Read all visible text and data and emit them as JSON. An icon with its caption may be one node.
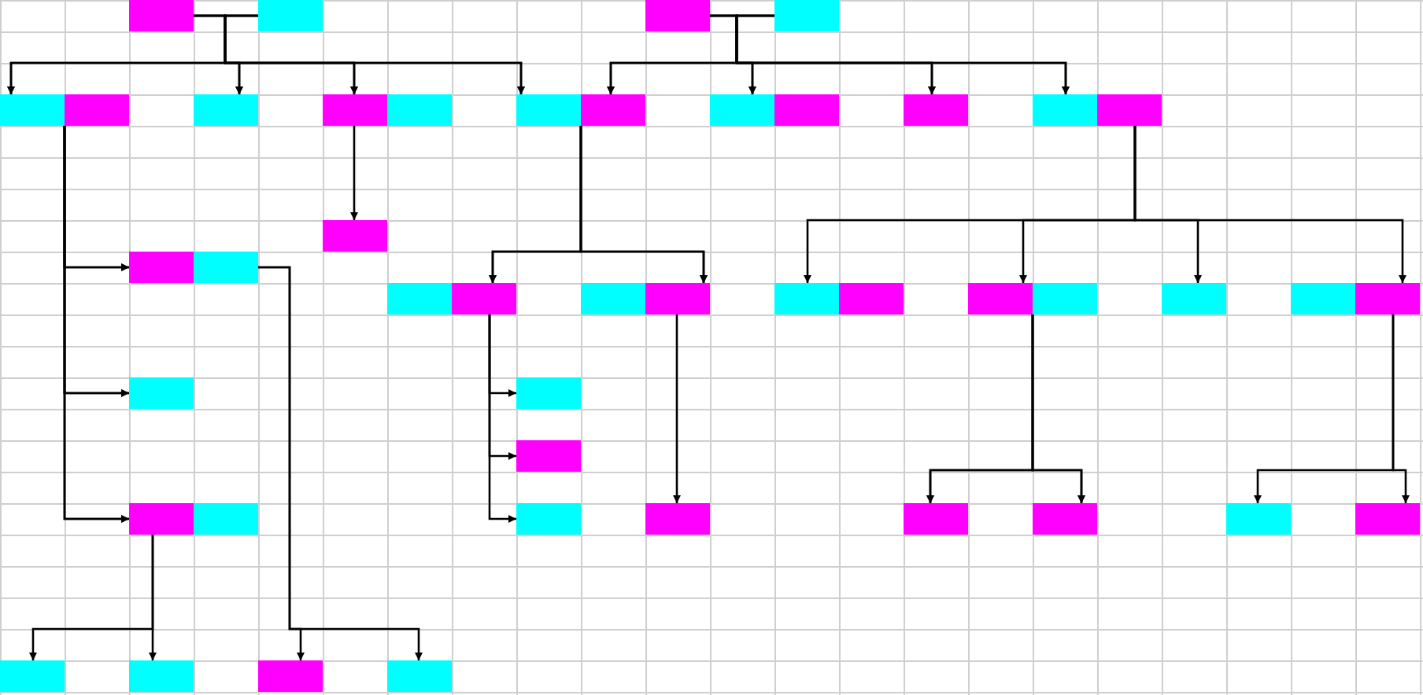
{
  "diagram": {
    "nodes": [
      {
        "text": [],
        "shape": "box"
      },
      {
        "text": [],
        "shape": "box"
      },
      {
        "text": [],
        "shape": "box"
      },
      {
        "text": [],
        "shape": "box"
      },
      {
        "text": [],
        "shape": "box"
      },
      {
        "text": [],
        "shape": "box"
      },
      {
        "text": [],
        "shape": "box"
      },
      {
        "text": [],
        "shape": "box"
      },
      {
        "text": [],
        "shape": "box"
      },
      {
        "text": [],
        "shape": "box"
      },
      {
        "text": [],
        "shape": "box"
      },
      {
        "text": [],
        "shape": "box"
      },
      {
        "text": [],
        "shape": "box"
      },
      {
        "text": [],
        "shape": "box"
      },
      {
        "text": [],
        "shape": "box"
      },
      {
        "text": [],
        "shape": "box"
      },
      {
        "text": [],
        "shape": "box"
      },
      {
        "text": [],
        "shape": "box"
      },
      {
        "text": [],
        "shape": "box"
      },
      {
        "text": [],
        "shape": "box"
      },
      {
        "text": [],
        "shape": "box"
      },
      {
        "text": [],
        "shape": "box"
      },
      {
        "text": [],
        "shape": "box"
      },
      {
        "text": [],
        "shape": "box"
      },
      {
        "text": [],
        "shape": "box"
      },
      {
        "text": [],
        "shape": "box"
      },
      {
        "text": [],
        "shape": "box"
      },
      {
        "text": [],
        "shape": "box"
      },
      {
        "text": [],
        "shape": "box"
      },
      {
        "text": [],
        "shape": "box"
      },
      {
        "text": [],
        "shape": "box"
      },
      {
        "text": [],
        "shape": "box"
      },
      {
        "text": [],
        "shape": "box"
      },
      {
        "text": [],
        "shape": "box"
      },
      {
        "text": [],
        "shape": "box"
      },
      {
        "text": [],
        "shape": "box"
      },
      {
        "text": [],
        "shape": "box"
      },
      {
        "text": [],
        "shape": "box"
      },
      {
        "text": [],
        "shape": "box"
      },
      {
        "text": [],
        "shape": "box"
      },
      {
        "text": [],
        "shape": "box"
      },
      {
        "text": [],
        "shape": "box"
      },
      {
        "text": [],
        "shape": "box"
      },
      {
        "text": [],
        "shape": "box"
      },
      {
        "text": [],
        "shape": "box"
      }
    ],
    "edges": [
      {
        "from": 0,
        "to": 4,
        "arrow": "to"
      },
      {
        "from": 0,
        "to": 6,
        "arrow": "to"
      },
      {
        "from": 0,
        "to": 7,
        "arrow": "to"
      },
      {
        "from": 0,
        "to": 9,
        "arrow": "to"
      },
      {
        "from": 1,
        "to": 4,
        "arrow": "to"
      },
      {
        "from": 1,
        "to": 6,
        "arrow": "to"
      },
      {
        "from": 1,
        "to": 7,
        "arrow": "to"
      },
      {
        "from": 1,
        "to": 9,
        "arrow": "to"
      },
      {
        "from": 2,
        "to": 10,
        "arrow": "to"
      },
      {
        "from": 2,
        "to": 11,
        "arrow": "to"
      },
      {
        "from": 2,
        "to": 13,
        "arrow": "to"
      },
      {
        "from": 2,
        "to": 14,
        "arrow": "to"
      },
      {
        "from": 3,
        "to": 10,
        "arrow": "to"
      },
      {
        "from": 3,
        "to": 11,
        "arrow": "to"
      },
      {
        "from": 3,
        "to": 13,
        "arrow": "to"
      },
      {
        "from": 3,
        "to": 14,
        "arrow": "to"
      },
      {
        "from": 4,
        "to": 17,
        "arrow": "to"
      },
      {
        "from": 4,
        "to": 30,
        "arrow": "to"
      },
      {
        "from": 4,
        "to": 33,
        "arrow": "to"
      },
      {
        "from": 5,
        "to": 17,
        "arrow": "to"
      },
      {
        "from": 5,
        "to": 30,
        "arrow": "to"
      },
      {
        "from": 5,
        "to": 33,
        "arrow": "to"
      },
      {
        "from": 7,
        "to": 16,
        "arrow": "to"
      },
      {
        "from": 9,
        "to": 20,
        "arrow": "to"
      },
      {
        "from": 9,
        "to": 22,
        "arrow": "to"
      },
      {
        "from": 10,
        "to": 20,
        "arrow": "to"
      },
      {
        "from": 10,
        "to": 22,
        "arrow": "to"
      },
      {
        "from": 18,
        "to": 43,
        "arrow": "to"
      },
      {
        "from": 18,
        "to": 44,
        "arrow": "to"
      },
      {
        "from": 33,
        "to": 41,
        "arrow": "to"
      },
      {
        "from": 33,
        "to": 42,
        "arrow": "to"
      },
      {
        "from": 20,
        "to": 31,
        "arrow": "to"
      },
      {
        "from": 20,
        "to": 32,
        "arrow": "to"
      },
      {
        "from": 20,
        "to": 35,
        "arrow": "to"
      },
      {
        "from": 22,
        "to": 36,
        "arrow": "to"
      },
      {
        "from": 15,
        "to": 23,
        "arrow": "to"
      },
      {
        "from": 15,
        "to": 25,
        "arrow": "to"
      },
      {
        "from": 15,
        "to": 27,
        "arrow": "to"
      },
      {
        "from": 15,
        "to": 29,
        "arrow": "to"
      },
      {
        "from": 25,
        "to": 37,
        "arrow": "to"
      },
      {
        "from": 25,
        "to": 38,
        "arrow": "to"
      },
      {
        "from": 26,
        "to": 37,
        "arrow": "to"
      },
      {
        "from": 26,
        "to": 38,
        "arrow": "to"
      },
      {
        "from": 29,
        "to": 39,
        "arrow": "to"
      },
      {
        "from": 29,
        "to": 40,
        "arrow": "to"
      }
    ]
  }
}
